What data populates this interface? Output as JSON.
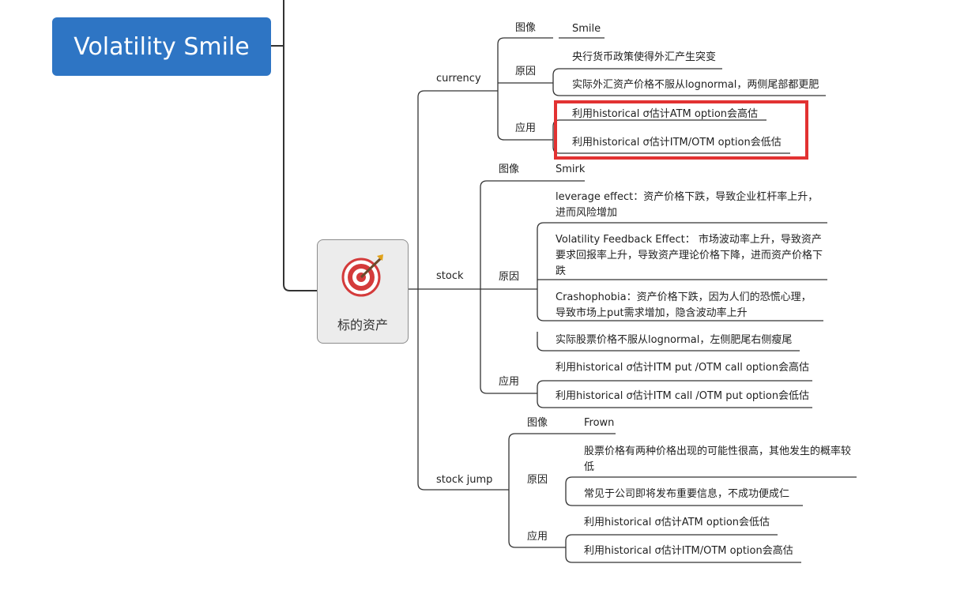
{
  "title": "Volatility Smile",
  "center": {
    "label": "标的资产"
  },
  "branches": {
    "currency": {
      "label": "currency",
      "image_label": "图像",
      "image_value": "Smile",
      "reason_label": "原因",
      "reasons": [
        "央行货币政策使得外汇产生突变",
        "实际外汇资产价格不服从lognormal，两侧尾部都更肥"
      ],
      "app_label": "应用",
      "apps": [
        "利用historical σ估计ATM option会高估",
        "利用historical σ估计ITM/OTM option会低估"
      ]
    },
    "stock": {
      "label": "stock",
      "image_label": "图像",
      "image_value": "Smirk",
      "reason_label": "原因",
      "reasons": [
        "leverage effect：资产价格下跌，导致企业杠杆率上升，进而风险增加",
        "Volatility Feedback Effect： 市场波动率上升，导致资产要求回报率上升，导致资产理论价格下降，进而资产价格下跌",
        "Crashophobia：资产价格下跌，因为人们的恐慌心理，导致市场上put需求增加，隐含波动率上升",
        "实际股票价格不服从lognormal，左侧肥尾右侧瘦尾"
      ],
      "app_label": "应用",
      "apps": [
        "利用historical σ估计ITM put /OTM call option会高估",
        "利用historical σ估计ITM call /OTM put option会低估"
      ]
    },
    "stock_jump": {
      "label": "stock jump",
      "image_label": "图像",
      "image_value": "Frown",
      "reason_label": "原因",
      "reasons": [
        "股票价格有两种价格出现的可能性很高，其他发生的概率较低",
        "常见于公司即将发布重要信息，不成功便成仁"
      ],
      "app_label": "应用",
      "apps": [
        "利用historical σ估计ATM option会低估",
        "利用historical σ估计ITM/OTM option会高估"
      ]
    }
  },
  "colors": {
    "title_bg": "#2e75c4",
    "highlight": "#e23232",
    "line": "#333333"
  }
}
